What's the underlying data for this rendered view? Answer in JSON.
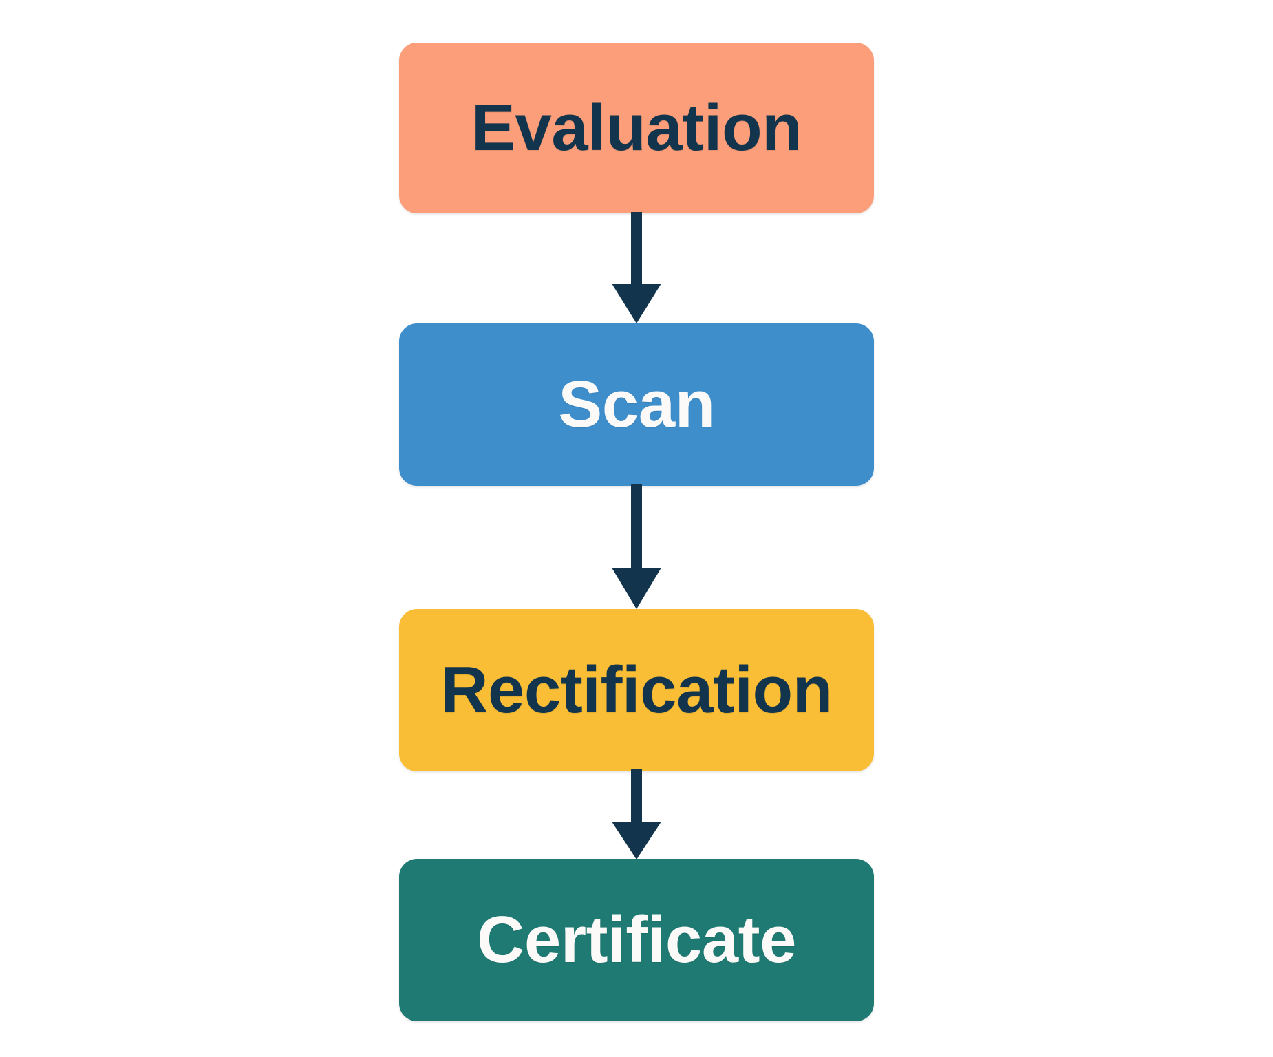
{
  "diagram": {
    "type": "flowchart",
    "orientation": "vertical",
    "title": "",
    "background_color": "#ffffff",
    "arrow_color": "#12344d",
    "nodes": [
      {
        "id": "evaluation",
        "label": "Evaluation",
        "fill_color": "#fc9e79",
        "text_color": "#12344d",
        "order": 1
      },
      {
        "id": "scan",
        "label": "Scan",
        "fill_color": "#3d8ecb",
        "text_color": "#fbfaf8",
        "order": 2
      },
      {
        "id": "rectification",
        "label": "Rectification",
        "fill_color": "#f9be35",
        "text_color": "#12344d",
        "order": 3
      },
      {
        "id": "certificate",
        "label": "Certificate",
        "fill_color": "#1e7a72",
        "text_color": "#fbfaf8",
        "order": 4
      }
    ],
    "edges": [
      {
        "id": "evaluation-scan",
        "from": "Evaluation",
        "to": "Scan",
        "label": "",
        "arrow_icon": "arrow-down-icon"
      },
      {
        "id": "scan-rectification",
        "from": "Scan",
        "to": "Rectification",
        "label": "",
        "arrow_icon": "arrow-down-icon"
      },
      {
        "id": "rectification-certificate",
        "from": "Rectification",
        "to": "Certificate",
        "label": "",
        "arrow_icon": "arrow-down-icon"
      }
    ]
  }
}
